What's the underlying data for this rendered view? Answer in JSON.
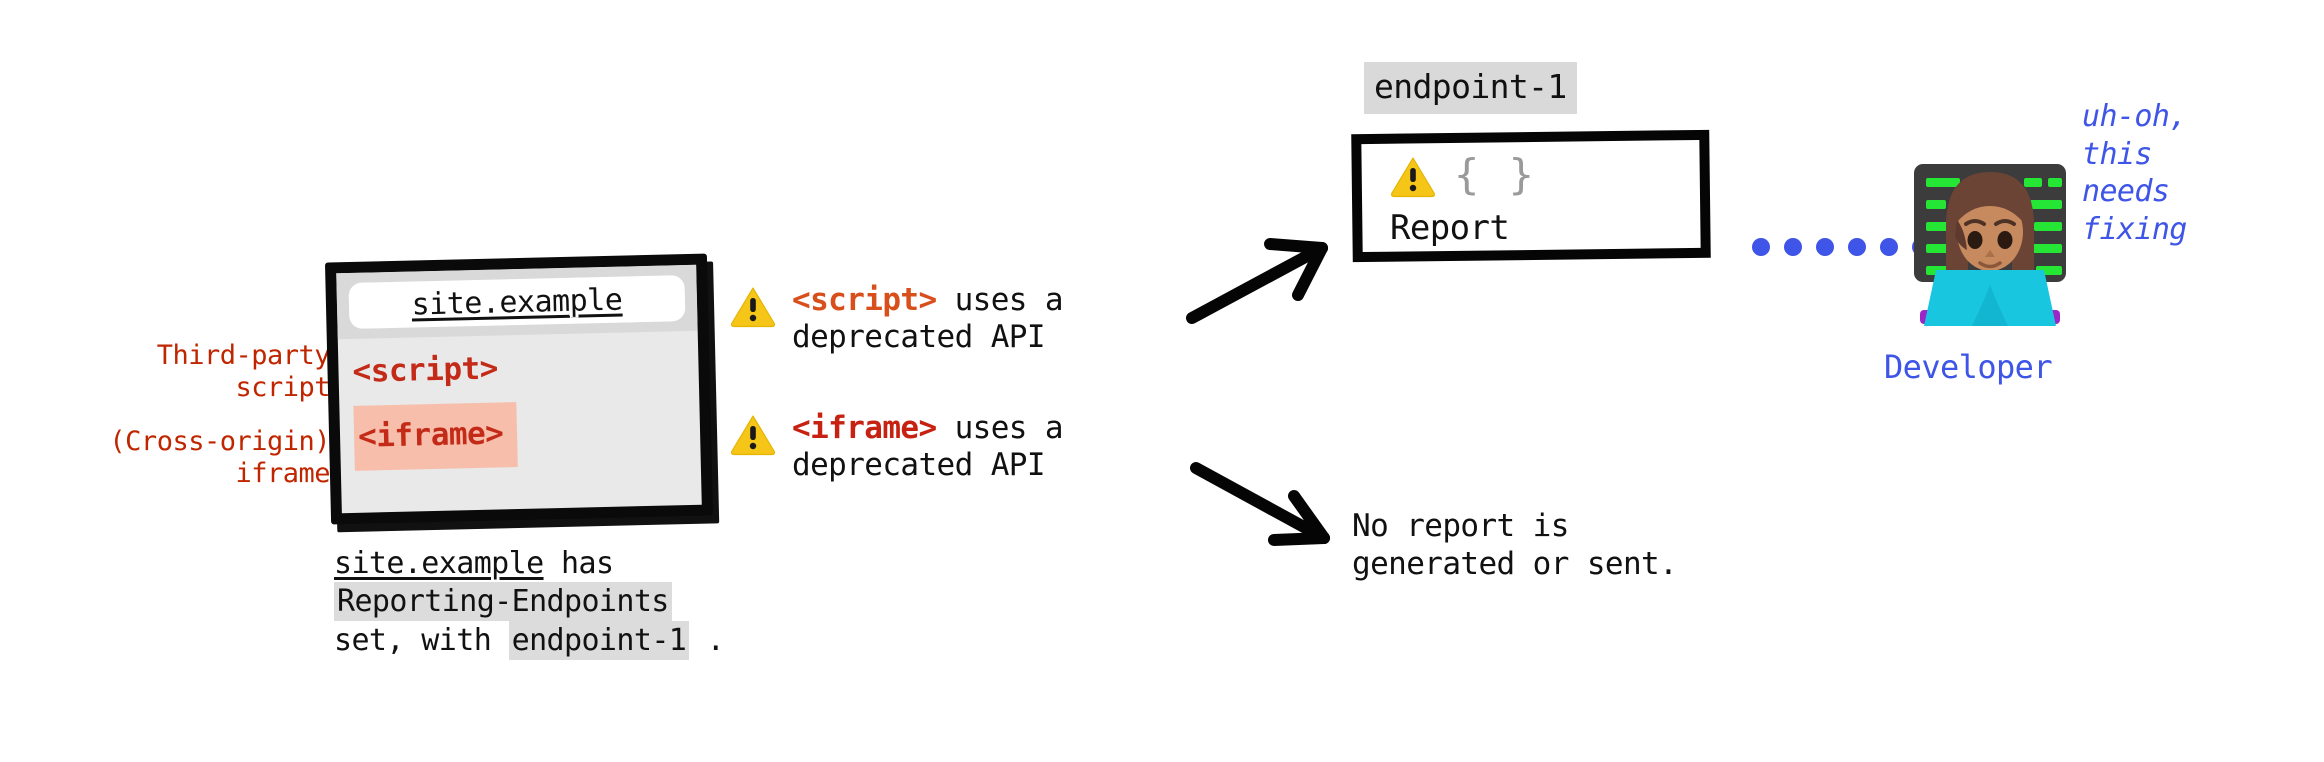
{
  "colors": {
    "red_label": "#bf2600",
    "code_red": "#c32a18",
    "code_orange": "#d94f1c",
    "iframe_highlight": "#f7bfab",
    "chip_gray": "#dcdcdc",
    "warning_yellow": "#f5c518",
    "blue": "#3e55e8",
    "brace_gray": "#9a9a9a",
    "browser_body": "#e9e9e9",
    "browser_chrome": "#d9d9d9",
    "border_black": "#0a0a0a"
  },
  "side_labels": {
    "script": {
      "line1": "Third-party",
      "line2": "script"
    },
    "iframe": {
      "line1": "(Cross-origin)",
      "line2": "iframe"
    }
  },
  "browser": {
    "url": "site.example",
    "script_tag": "<script>",
    "iframe_tag": "<iframe>"
  },
  "caption": {
    "line1_site": "site.example",
    "line1_rest": "has",
    "line2_header": "Reporting-Endpoints",
    "line3_pre": "set, with",
    "line3_chip": "endpoint-1",
    "line3_post": "."
  },
  "warnings": [
    {
      "icon": "warning-triangle-icon",
      "code": "<script>",
      "code_color": "orange",
      "rest_line1": "uses a",
      "line2": "deprecated API"
    },
    {
      "icon": "warning-triangle-icon",
      "code": "<iframe>",
      "code_color": "red",
      "rest_line1": "uses a",
      "line2": "deprecated API"
    }
  ],
  "endpoint": {
    "label": "endpoint-1",
    "braces": "{ }",
    "report_word": "Report"
  },
  "no_report": {
    "line1": "No report is",
    "line2": "generated or sent."
  },
  "developer": {
    "emoji_name": "woman-technologist-emoji",
    "caption": "Developer",
    "speech": [
      "uh-oh,",
      "this",
      "needs",
      "fixing"
    ],
    "dot_count": 6
  }
}
